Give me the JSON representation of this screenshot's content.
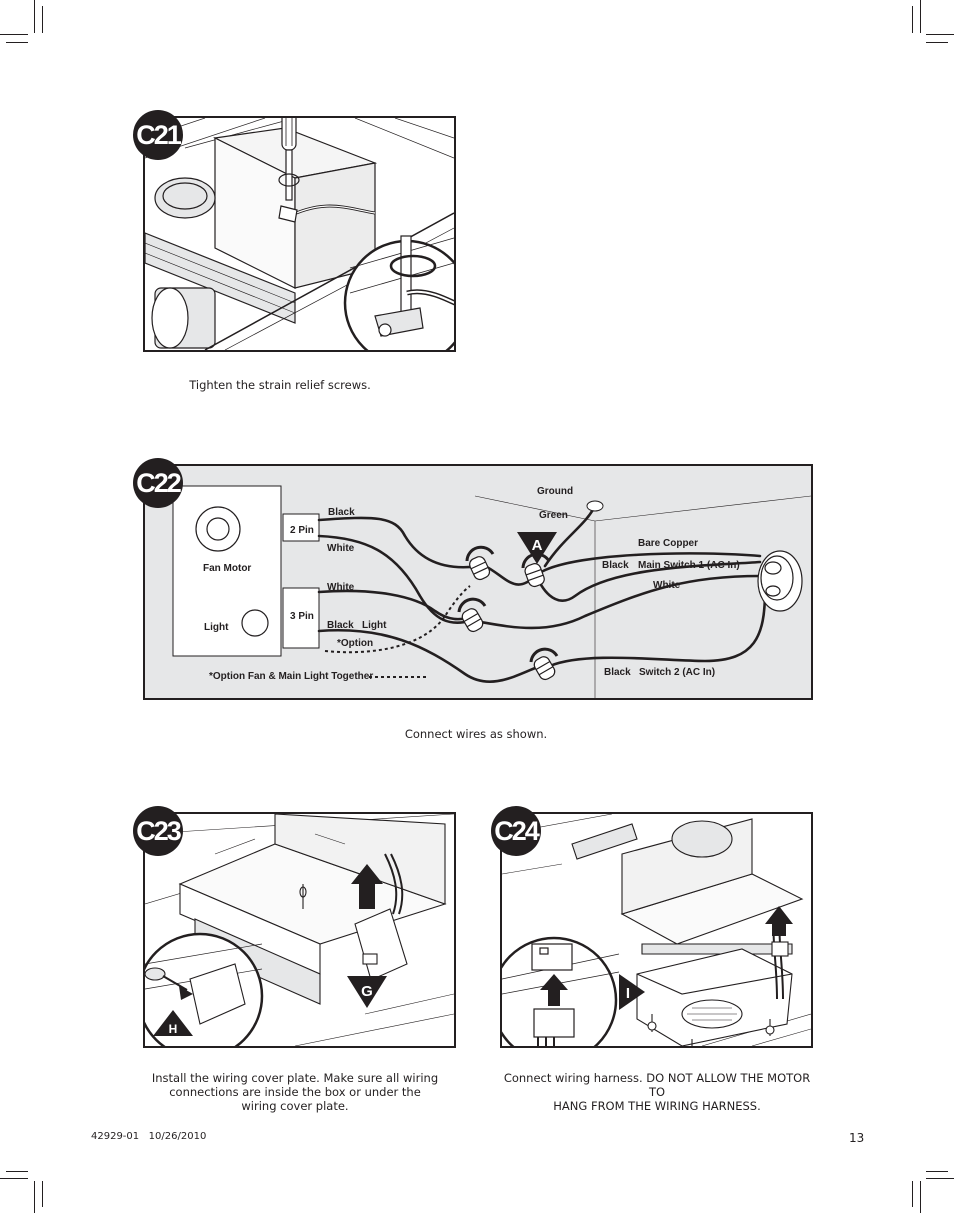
{
  "figures": {
    "c21": {
      "label": "C21",
      "caption": "Tighten the strain relief screws."
    },
    "c22": {
      "label": "C22",
      "caption": "Connect wires as shown.",
      "components": {
        "fan_motor": "Fan Motor",
        "light": "Light",
        "pin2": "2 Pin",
        "pin3": "3 Pin"
      },
      "wires": {
        "black_top": "Black",
        "white_top": "White",
        "white_mid": "White",
        "black_light": "Black   Light",
        "option": "*Option",
        "ground": "Ground",
        "green": "Green",
        "bare_copper": "Bare Copper",
        "black_main": "Black",
        "main_switch": "Main Switch 1 (AC In)",
        "white_main": "White",
        "black_switch2": "Black",
        "switch2": "Switch 2 (AC In)"
      },
      "callout_a": "A",
      "legend": "*Option Fan & Main Light Together"
    },
    "c23": {
      "label": "C23",
      "callout_g": "G",
      "callout_h": "H",
      "caption_lines": [
        "Install the wiring cover plate. Make sure all wiring",
        "connections are inside the box or under the",
        "wiring cover plate."
      ]
    },
    "c24": {
      "label": "C24",
      "callout_i": "I",
      "caption_lines": [
        "Connect wiring harness. DO NOT ALLOW THE MOTOR TO",
        "HANG FROM THE WIRING HARNESS."
      ]
    }
  },
  "footer": {
    "doc_id": "42929-01   10/26/2010",
    "page_number": "13"
  },
  "colors": {
    "ink": "#231f20",
    "panel_gray": "#e6e7e8"
  }
}
